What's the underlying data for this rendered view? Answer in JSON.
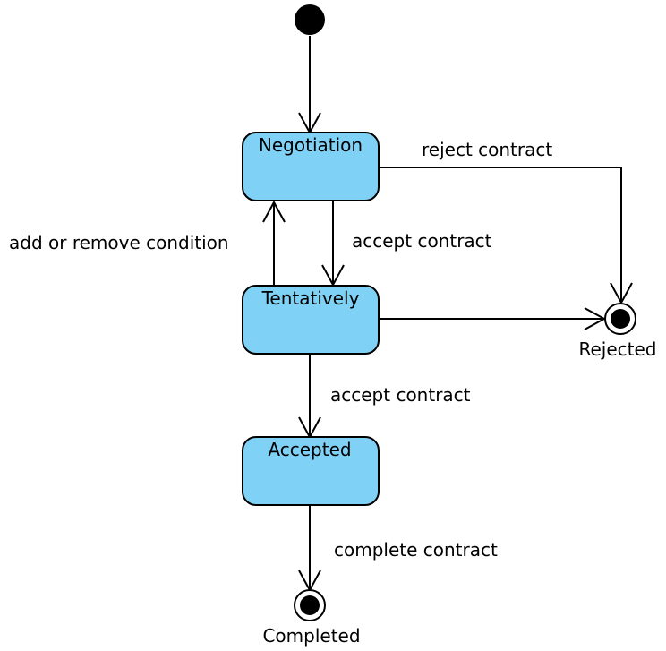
{
  "states": {
    "negotiation": "Negotiation",
    "tentatively": "Tentatively",
    "accepted": "Accepted"
  },
  "final_states": {
    "rejected": "Rejected",
    "completed": "Completed"
  },
  "transitions": {
    "reject_contract": "reject contract",
    "add_or_remove_condition": "add or remove condition",
    "accept_contract_1": "accept contract",
    "accept_contract_2": "accept contract",
    "complete_contract": "complete contract"
  },
  "colors": {
    "state_fill": "#7fd1f5",
    "stroke": "#000000"
  }
}
